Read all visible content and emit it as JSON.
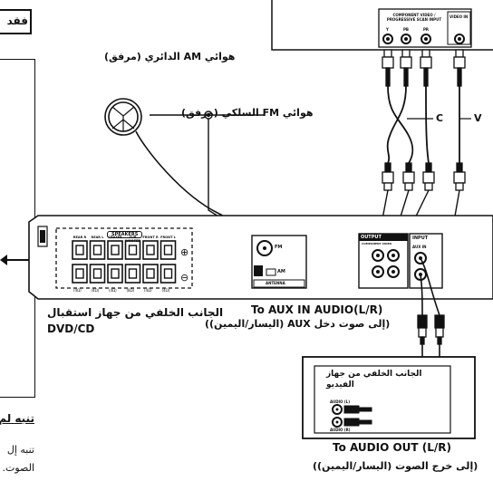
{
  "side_panel": {
    "title_fragment": "فقد",
    "warning_heading": "تنبه لم",
    "warning_line1": "تنبه إل",
    "warning_line2": "الصوت."
  },
  "tv": {
    "component_header": "COMPONENT VIDEO / PROGRESSIVE SCAN INPUT",
    "component_jacks": [
      "Y",
      "PB",
      "PR"
    ],
    "video_in": "VIDEO IN"
  },
  "antennas": {
    "am_label": "هوائي AM الدائري (مرفق)",
    "fm_label": "هوائي FM السلكي (مرفق)"
  },
  "cable_tags": {
    "component": "C",
    "video": "V"
  },
  "receiver": {
    "speakers_header": "SPEAKERS",
    "speaker_channels": [
      "REAR R",
      "REAR L",
      "CENTER",
      "SUB WOOFER",
      "FRONT R",
      "FRONT L"
    ],
    "impedance": [
      "(4Ω)",
      "(4Ω)",
      "(4Ω)",
      "(8Ω)",
      "(4Ω)",
      "(4Ω)"
    ],
    "plus": "⊕",
    "minus": "⊖",
    "antenna_fm": "FM",
    "antenna_am": "AM",
    "antenna_label": "ANTENNA",
    "output_label": "OUTPUT",
    "output_sub": "COMPONENT VIDEO",
    "input_label": "INPUT",
    "aux_label": "AUX IN"
  },
  "rear_caption": {
    "arabic": "الجانب الخلفي من جهاز استقبال",
    "model": "DVD/CD"
  },
  "aux_caption": {
    "english": "To AUX IN AUDIO(L/R)",
    "arabic": "(إلى صوت دخل AUX (اليسار/اليمين))"
  },
  "vcr": {
    "label_line1": "الجانب الخلفي من جهاز",
    "label_line2": "الفيديو",
    "audio_l": "AUDIO (L)",
    "audio_r": "AUDIO (R)"
  },
  "audio_out_caption": {
    "english": "To AUDIO OUT (L/R)",
    "arabic": "(إلى خرج الصوت (اليسار/اليمين))"
  }
}
